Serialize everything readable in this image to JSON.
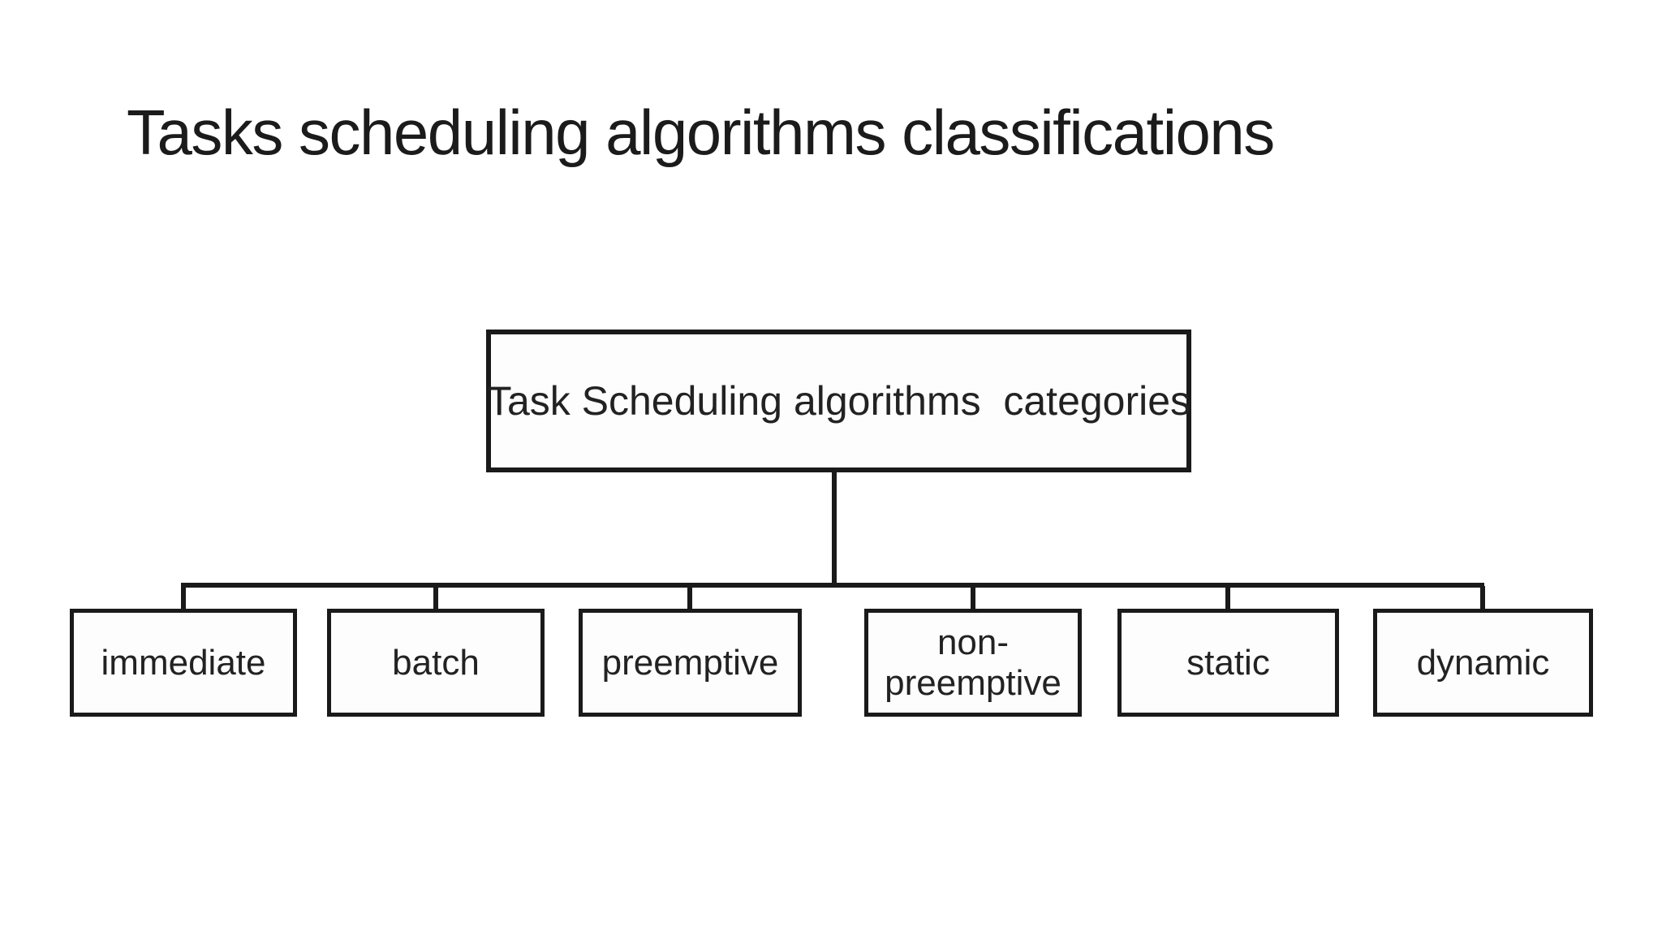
{
  "slide": {
    "title": "Tasks scheduling algorithms classifications"
  },
  "diagram": {
    "type": "tree",
    "root": {
      "label": "Task Scheduling algorithms  categories"
    },
    "children": [
      {
        "id": "immediate",
        "label": "immediate"
      },
      {
        "id": "batch",
        "label": "batch"
      },
      {
        "id": "preemptive",
        "label": "preemptive"
      },
      {
        "id": "non-preemptive",
        "label": "non-\npreemptive"
      },
      {
        "id": "static",
        "label": "static"
      },
      {
        "id": "dynamic",
        "label": "dynamic"
      }
    ],
    "colors": {
      "background": "#ffffff",
      "line": "#1a1a1a",
      "text": "#222222"
    }
  }
}
